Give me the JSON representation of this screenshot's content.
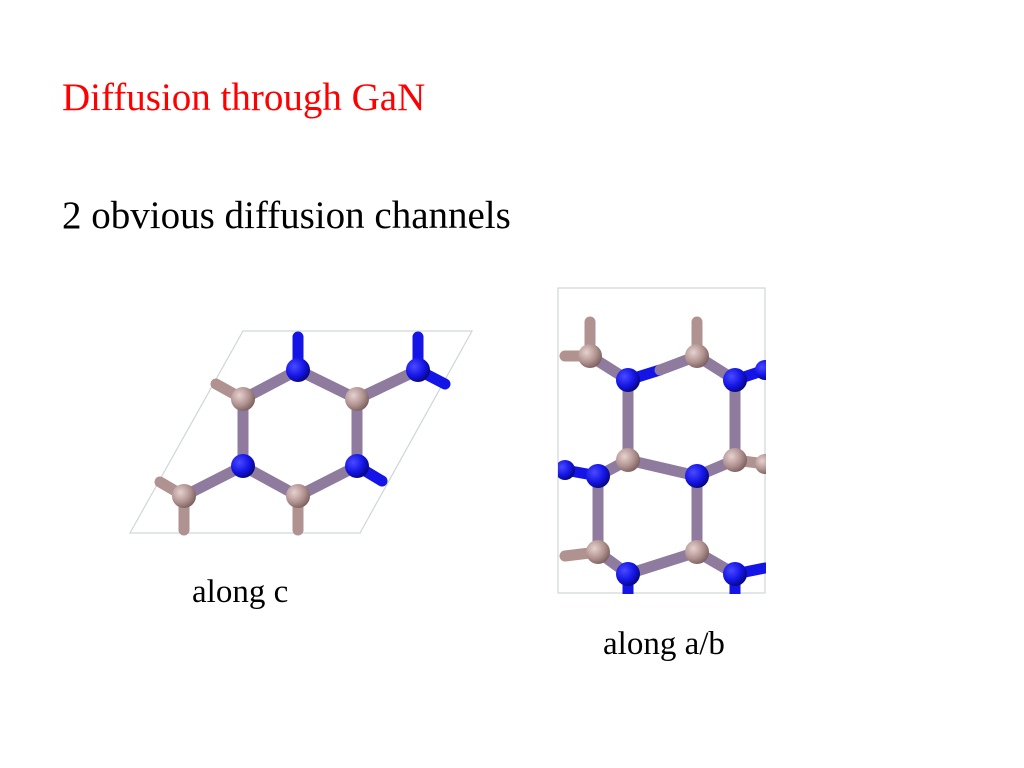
{
  "slide": {
    "title": "Diffusion through GaN",
    "subtitle": "2 obvious diffusion channels"
  },
  "figures": [
    {
      "caption": "along c"
    },
    {
      "caption": "along a/b"
    }
  ],
  "legend": {
    "ga_color": "#b09290",
    "n_color": "#1414e6",
    "cell_color": "#cfd6d6"
  }
}
